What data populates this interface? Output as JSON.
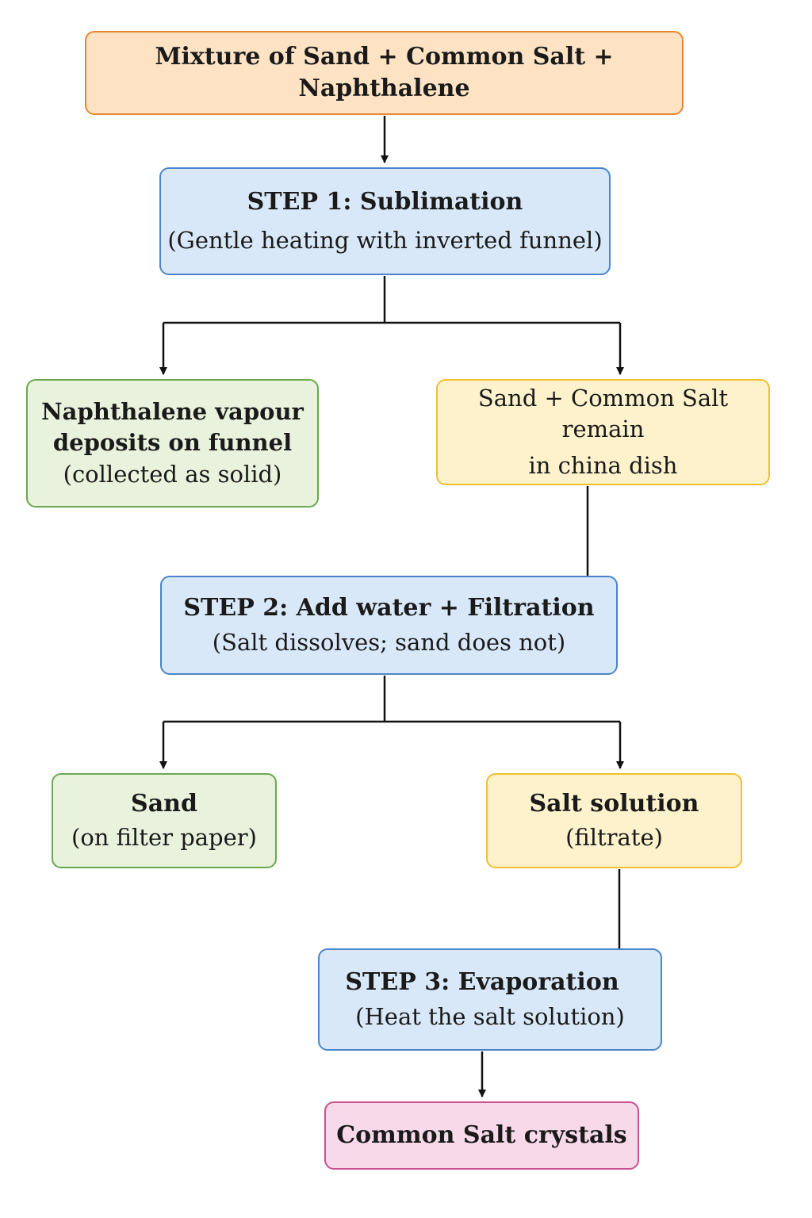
{
  "nodes": {
    "mixture": {
      "lines": [
        "Mixture of Sand + Common Salt + Naphthalene"
      ]
    },
    "step1": {
      "title": "STEP 1: Sublimation",
      "subtitle": "(Gentle heating with inverted funnel)"
    },
    "naphthalene": {
      "lines": [
        "Naphthalene vapour",
        "deposits on funnel"
      ],
      "note": "(collected as solid)"
    },
    "residue": {
      "lines": [
        "Sand + Common Salt remain",
        "in china dish"
      ]
    },
    "step2": {
      "title": "STEP 2: Add water + Filtration",
      "subtitle": "(Salt dissolves; sand does not)"
    },
    "sand": {
      "title": "Sand",
      "subtitle": "(on filter paper)"
    },
    "salt_solution": {
      "title": "Salt solution",
      "subtitle": "(filtrate)"
    },
    "step3": {
      "title": "STEP 3: Evaporation",
      "subtitle": "(Heat the salt solution)"
    },
    "crystals": {
      "lines": [
        "Common Salt crystals"
      ]
    }
  },
  "edges": [
    {
      "from": "mixture",
      "to": "step1",
      "arrow": true
    },
    {
      "from": "step1",
      "to": "naphthalene",
      "arrow": true
    },
    {
      "from": "step1",
      "to": "residue",
      "arrow": true
    },
    {
      "from": "residue",
      "to": "step2",
      "arrow": false
    },
    {
      "from": "step2",
      "to": "sand",
      "arrow": true
    },
    {
      "from": "step2",
      "to": "salt_solution",
      "arrow": true
    },
    {
      "from": "salt_solution",
      "to": "step3",
      "arrow": false
    },
    {
      "from": "step3",
      "to": "crystals",
      "arrow": true
    }
  ],
  "colors": {
    "connector": "#111111",
    "start_fill": "#fde3c4",
    "start_border": "#e8862f",
    "step_fill": "#d9e8f8",
    "step_border": "#4a85c9",
    "product_fill": "#e8f2dc",
    "product_border": "#6aa84f",
    "intermediate_fill": "#fdf2cc",
    "intermediate_border": "#f0c030",
    "final_fill": "#f7d9e9",
    "final_border": "#c8508e"
  }
}
